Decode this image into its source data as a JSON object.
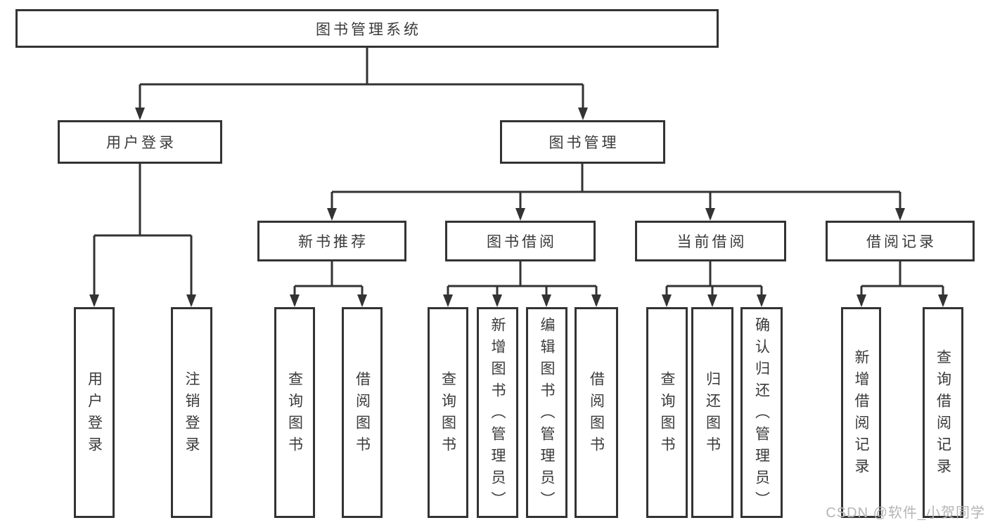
{
  "tree": {
    "label": "图书管理系统",
    "children": [
      {
        "label": "用户登录",
        "children": [
          {
            "label": "用户登录"
          },
          {
            "label": "注销登录"
          }
        ]
      },
      {
        "label": "图书管理",
        "children": [
          {
            "label": "新书推荐",
            "children": [
              {
                "label": "查询图书"
              },
              {
                "label": "借阅图书"
              }
            ]
          },
          {
            "label": "图书借阅",
            "children": [
              {
                "label": "查询图书"
              },
              {
                "label": "新增图书（管理员）"
              },
              {
                "label": "编辑图书（管理员）"
              },
              {
                "label": "借阅图书"
              }
            ]
          },
          {
            "label": "当前借阅",
            "children": [
              {
                "label": "查询图书"
              },
              {
                "label": "归还图书"
              },
              {
                "label": "确认归还（管理员）"
              }
            ]
          },
          {
            "label": "借阅记录",
            "children": [
              {
                "label": "新增借阅记录"
              },
              {
                "label": "查询借阅记录"
              }
            ]
          }
        ]
      }
    ]
  },
  "watermark": {
    "text": "CSDN @软件_小贺同学"
  },
  "colors": {
    "line": "#333333",
    "text": "#3a3a3a",
    "watermark": "#b5b5b5",
    "background": "#ffffff"
  }
}
